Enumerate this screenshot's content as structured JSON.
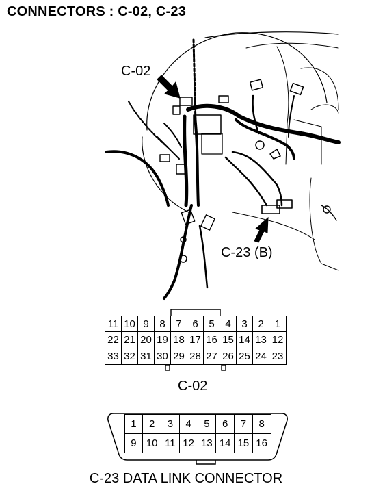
{
  "title": "CONNECTORS : C-02, C-23",
  "callouts": {
    "c02": "C-02",
    "c23b": "C-23 (B)"
  },
  "connector_c02": {
    "caption": "C-02",
    "rows": [
      [
        "11",
        "10",
        "9",
        "8",
        "7",
        "6",
        "5",
        "4",
        "3",
        "2",
        "1"
      ],
      [
        "22",
        "21",
        "20",
        "19",
        "18",
        "17",
        "16",
        "15",
        "14",
        "13",
        "12"
      ],
      [
        "33",
        "32",
        "31",
        "30",
        "29",
        "28",
        "27",
        "26",
        "25",
        "24",
        "23"
      ]
    ]
  },
  "connector_c23": {
    "caption": "C-23 DATA LINK CONNECTOR",
    "rows": [
      [
        "1",
        "2",
        "3",
        "4",
        "5",
        "6",
        "7",
        "8"
      ],
      [
        "9",
        "10",
        "11",
        "12",
        "13",
        "14",
        "15",
        "16"
      ]
    ]
  }
}
